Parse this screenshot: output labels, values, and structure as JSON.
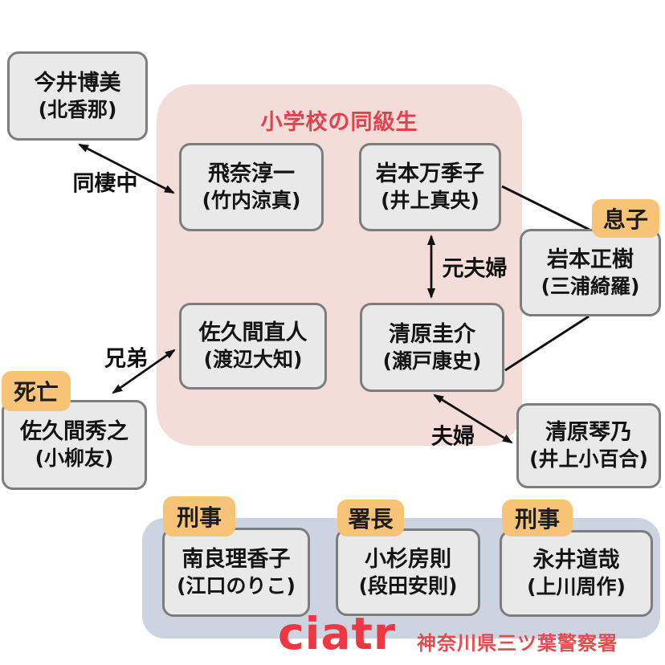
{
  "diagram": {
    "title": "小学校の同級生",
    "logo": "ciatr",
    "police_station": "神奈川県三ツ葉警察署",
    "nodes": {
      "imai": {
        "name": "今井博美",
        "actor": "(北香那)"
      },
      "hina": {
        "name": "飛奈淳一",
        "actor": "(竹内涼真)"
      },
      "makiko": {
        "name": "岩本万季子",
        "actor": "(井上真央)"
      },
      "naoto": {
        "name": "佐久間直人",
        "actor": "(渡辺大知)"
      },
      "keisuke": {
        "name": "清原圭介",
        "actor": "(瀬戸康史)"
      },
      "masaki": {
        "name": "岩本正樹",
        "actor": "(三浦綺羅)",
        "badge": "息子"
      },
      "hideyuki": {
        "name": "佐久間秀之",
        "actor": "(小柳友)",
        "badge": "死亡"
      },
      "kotono": {
        "name": "清原琴乃",
        "actor": "(井上小百合)"
      },
      "nara": {
        "name": "南良理香子",
        "actor": "(江口のりこ)",
        "badge": "刑事"
      },
      "kosugi": {
        "name": "小杉房則",
        "actor": "(段田安則)",
        "badge": "署長"
      },
      "nagai": {
        "name": "永井道哉",
        "actor": "(上川周作)",
        "badge": "刑事"
      }
    },
    "edge_labels": {
      "cohabiting": "同棲中",
      "ex_couple": "元夫婦",
      "brothers": "兄弟",
      "couple": "夫婦"
    },
    "colors": {
      "classmates_panel": "#f4ddd8",
      "police_panel": "#ccd4e1",
      "node_fill": "#e9e9e9",
      "node_border": "#7d7d7d",
      "badge": "#f6c377",
      "accent_red": "#e6404e",
      "logo_red": "#ef3743"
    }
  }
}
